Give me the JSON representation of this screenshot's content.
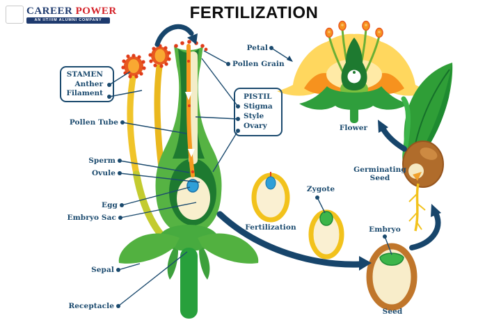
{
  "header": {
    "logo": {
      "brand_primary": "CAREER",
      "brand_secondary": "POWER",
      "tagline": "AN IIT/IIM ALUMNI COMPANY"
    },
    "title": "FERTILIZATION"
  },
  "diagram": {
    "stamen_box": {
      "title": "STAMEN",
      "anther": "Anther",
      "filament": "Filament"
    },
    "pistil_box": {
      "title": "PISTIL",
      "stigma": "Stigma",
      "style": "Style",
      "ovary": "Ovary"
    },
    "labels": {
      "pollen_tube": "Pollen Tube",
      "sperm": "Sperm",
      "ovule": "Ovule",
      "egg": "Egg",
      "embryo_sac": "Embryo Sac",
      "sepal": "Sepal",
      "receptacle": "Receptacle",
      "petal": "Petal",
      "pollen_grain": "Pollen Grain",
      "fertilization": "Fertilization",
      "zygote": "Zygote",
      "flower": "Flower",
      "germinating_seed": "Germinating Seed",
      "embryo": "Embryo",
      "seed": "Seed"
    }
  },
  "colors": {
    "label_text": "#1b4a6e",
    "arrow_navy": "#17456b",
    "anther_orange": "#f5821f",
    "pollen_red": "#e03c1a",
    "filament_yellow": "#eab81e",
    "leaf_green": "#2f9e3c",
    "dark_green": "#1e7a30",
    "ovule_cream": "#f8efcd",
    "egg_blue": "#2f9fd8",
    "seed_ring_yellow": "#f2c21c",
    "zygote_green": "#3cb54a",
    "seed_brown": "#b06c2b",
    "seed_rim_brown": "#c0762b",
    "petal_yellow": "#ffd75e",
    "petal_orange": "#f6921e",
    "logo_navy": "#1e3a6e",
    "logo_red": "#d42027",
    "title_black": "#0d0d0d"
  }
}
